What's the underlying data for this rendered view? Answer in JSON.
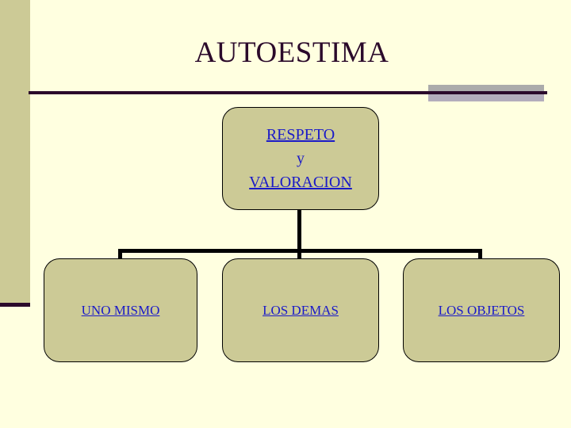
{
  "slide": {
    "title": "AUTOESTIMA",
    "background_color": "#FFFFE0",
    "title_color": "#2B0A2B",
    "accent_band_color": "#CCCA96",
    "accent_bar_colors": [
      "#ABABAB",
      "#B3ADBC"
    ],
    "rule_color": "#2B0A2B"
  },
  "diagram": {
    "type": "org-chart",
    "node_fill_color": "#CCCA96",
    "node_border_color": "#000000",
    "node_text_color": "#1A1AC8",
    "connector_color": "#000000",
    "root": {
      "name": "respeto-y-valoracion",
      "lines": [
        {
          "text": "RESPETO",
          "underlined": true
        },
        {
          "text": "y",
          "underlined": false
        },
        {
          "text": "VALORACION",
          "underlined": true
        }
      ]
    },
    "children": [
      {
        "name": "uno-mismo",
        "lines": [
          {
            "text": "UNO MISMO",
            "underlined": true
          }
        ]
      },
      {
        "name": "los-demas",
        "lines": [
          {
            "text": "LOS DEMAS",
            "underlined": true
          }
        ]
      },
      {
        "name": "los-objetos",
        "lines": [
          {
            "text": "LOS OBJETOS",
            "underlined": true
          }
        ]
      }
    ]
  }
}
